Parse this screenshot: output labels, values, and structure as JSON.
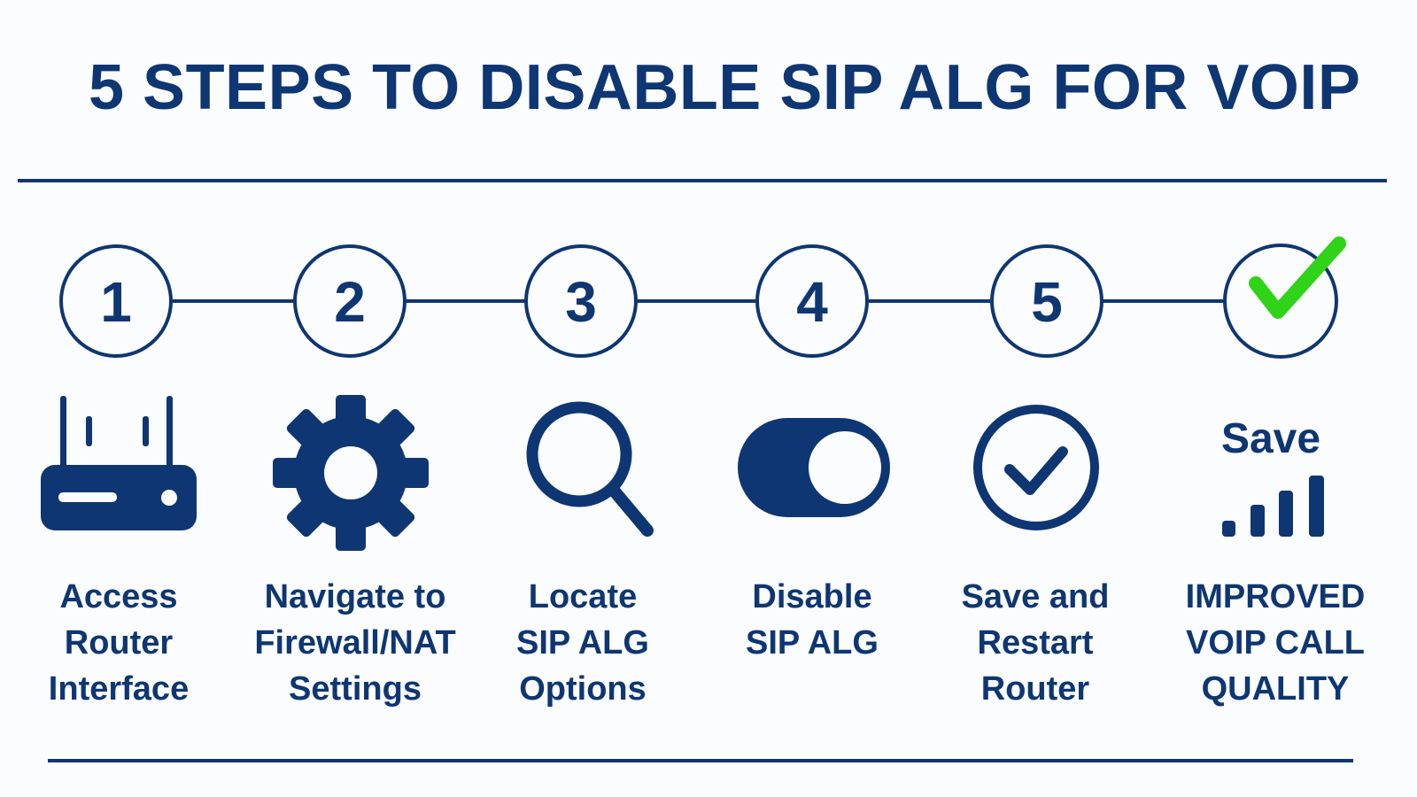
{
  "title": "5 STEPS TO DISABLE SIP ALG FOR VOIP",
  "colors": {
    "primary": "#0e3672",
    "check": "#2fd318",
    "background": "#fbfcfd"
  },
  "steps": [
    {
      "number": "1",
      "icon": "router-icon",
      "label": [
        "Access",
        "Router",
        "Interface"
      ]
    },
    {
      "number": "2",
      "icon": "gear-icon",
      "label": [
        "Navigate to",
        "Firewall/NAT",
        "Settings"
      ]
    },
    {
      "number": "3",
      "icon": "magnifier-icon",
      "label": [
        "Locate",
        "SIP ALG",
        "Options"
      ]
    },
    {
      "number": "4",
      "icon": "toggle-icon",
      "label": [
        "Disable",
        "SIP ALG"
      ]
    },
    {
      "number": "5",
      "icon": "check-circle-icon",
      "label": [
        "Save and",
        "Restart",
        "Router"
      ]
    }
  ],
  "result": {
    "icon": "green-checkmark-icon",
    "icon_text": "Save",
    "signal_icon": "signal-bars-icon",
    "label": [
      "IMPROVED",
      "VOIP CALL",
      "QUALITY"
    ]
  }
}
